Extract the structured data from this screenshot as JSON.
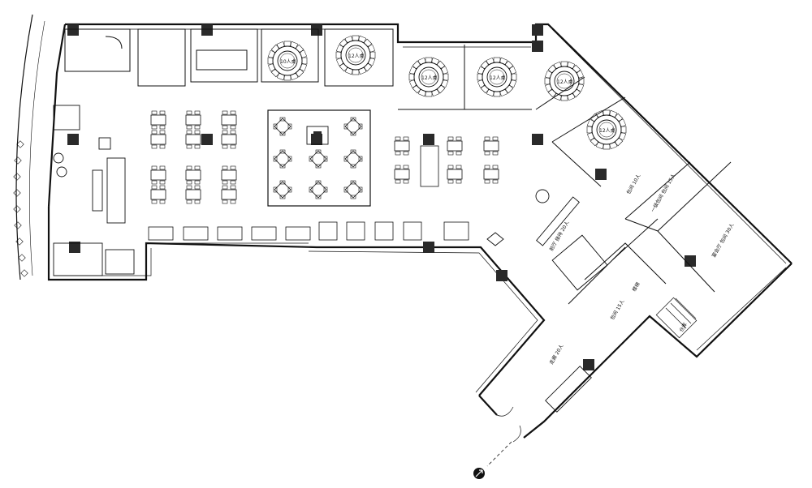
{
  "plan": {
    "colors": {
      "ink": "#111111",
      "column_fill": "#2a2a2a",
      "background": "#ffffff"
    },
    "labels": {
      "vip_room_1": "10人桌",
      "vip_room_2": "12人桌",
      "vip_room_3": "12人桌",
      "vip_room_4": "12人桌",
      "vip_room_5": "12人桌",
      "vip_room_6": "12人桌",
      "room_upper_right_a": "包间 10人",
      "room_upper_right_b": "一级包间 包间 15人",
      "room_right_large": "宴会厅 包间 30人",
      "lobby_label": "前厅 接待 20人",
      "corridor_label": "走廊 20人",
      "lower_room": "包间 15人",
      "stair_label": "楼梯",
      "store_label": "仓库"
    }
  }
}
